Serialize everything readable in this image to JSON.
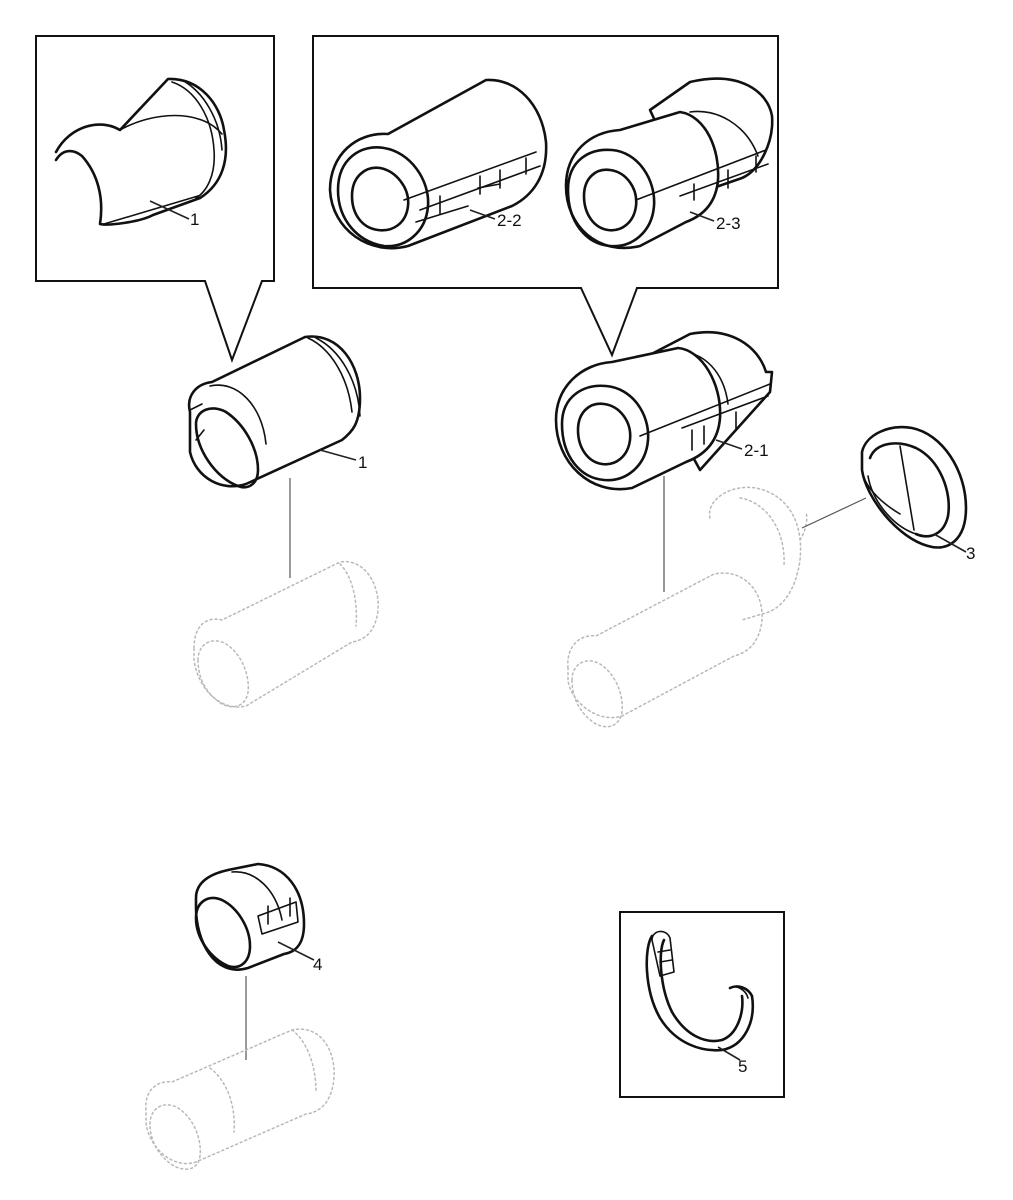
{
  "callouts": {
    "c1_detail": "1",
    "c2_2": "2-2",
    "c2_3": "2-3",
    "c1": "1",
    "c2_1": "2-1",
    "c3": "3",
    "c4": "4",
    "c5": "5"
  }
}
